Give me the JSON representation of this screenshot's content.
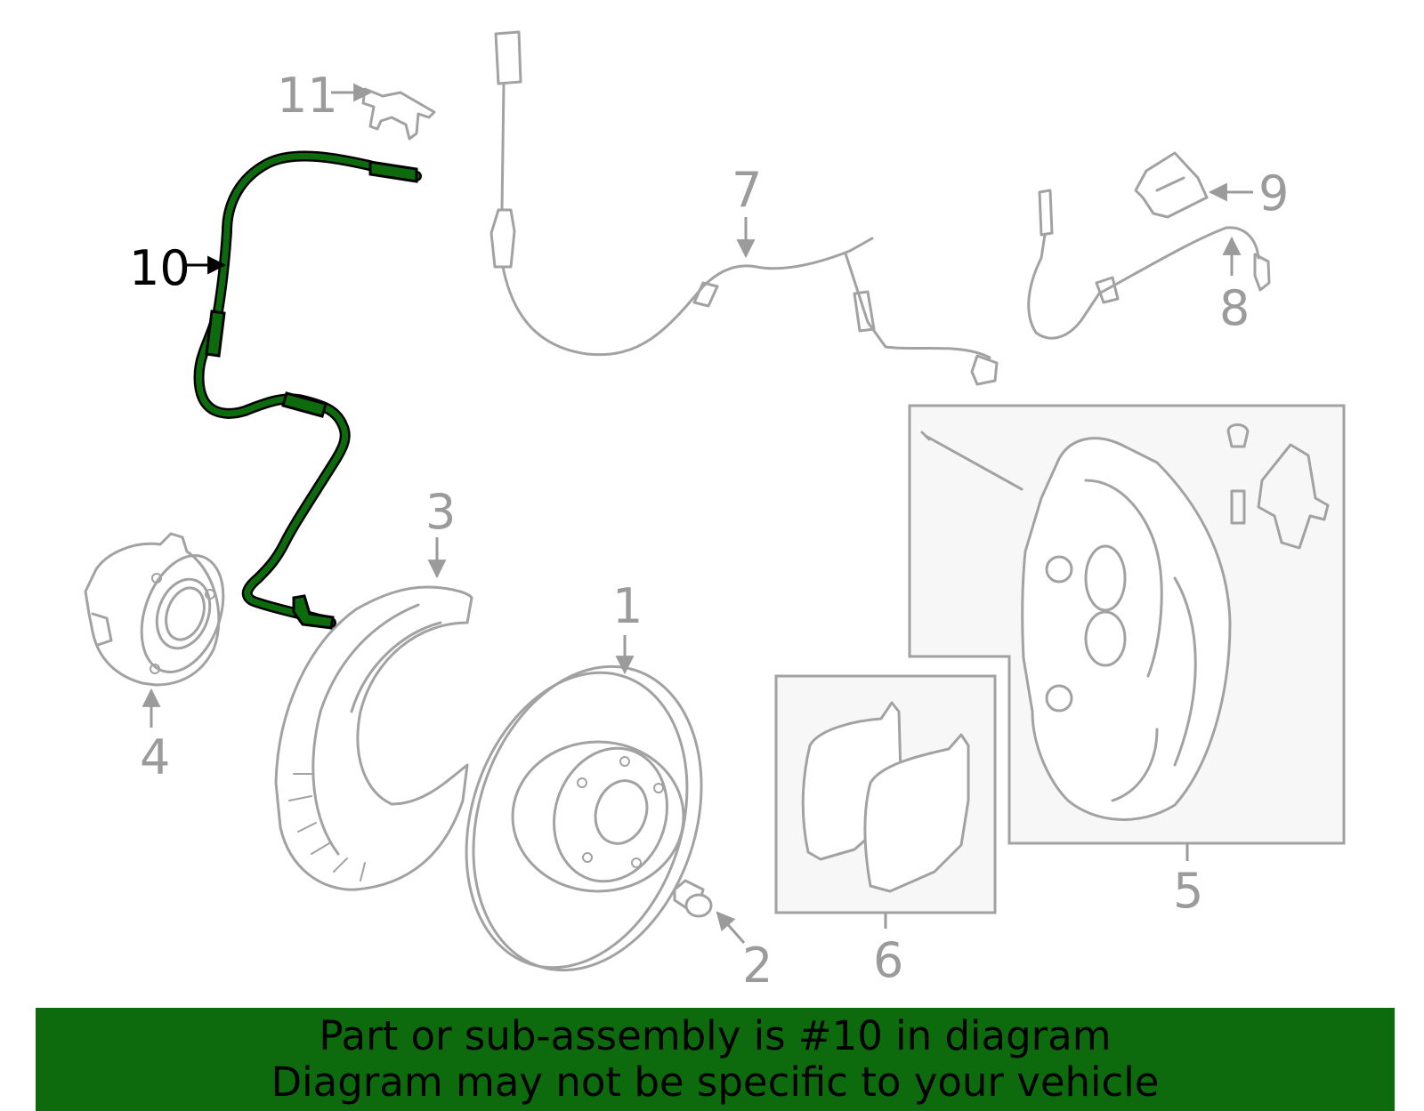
{
  "diagram": {
    "highlight_color": "#0d6b0d",
    "highlighted_part": "10",
    "callouts": [
      "1",
      "2",
      "3",
      "4",
      "5",
      "6",
      "7",
      "8",
      "9",
      "10",
      "11"
    ]
  },
  "banner": {
    "line1": "Part or sub-assembly is #10 in diagram",
    "line2": "Diagram may not be specific to your vehicle",
    "background_color": "#0d6b0d"
  }
}
